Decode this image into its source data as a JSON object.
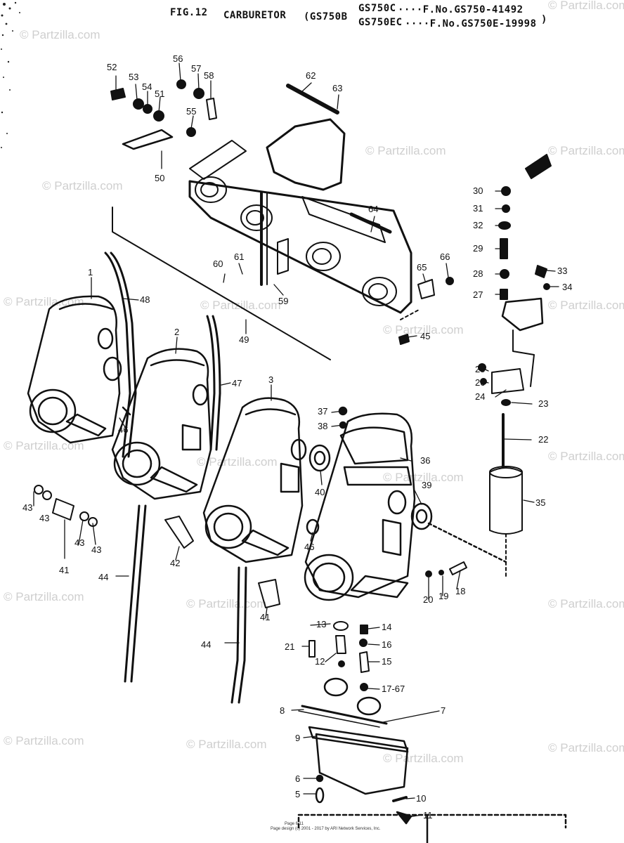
{
  "header": {
    "fig": "FIG.12",
    "name": "CARBURETOR",
    "models": "(GS750B",
    "model_c": "GS750C",
    "frame_c": "····F.No.GS750-41492",
    "model_ec": "GS750EC",
    "frame_ec": "····F.No.GS750E-19998",
    "close": ")"
  },
  "watermark": "© Partzilla.com",
  "footer": {
    "line1": "Page 6/11",
    "line2": "Page design (c) 2001 - 2017 by ARI Network Services, Inc."
  },
  "callouts": [
    "1",
    "2",
    "3",
    "5",
    "6",
    "7",
    "8",
    "9",
    "10",
    "11",
    "12",
    "13",
    "14",
    "15",
    "16",
    "17-67",
    "18",
    "19",
    "20",
    "21",
    "22",
    "23",
    "24",
    "25",
    "26",
    "27",
    "28",
    "29",
    "30",
    "31",
    "32",
    "33",
    "34",
    "35",
    "36",
    "37",
    "38",
    "39",
    "40",
    "41",
    "42",
    "43",
    "44",
    "45",
    "46",
    "47",
    "48",
    "49",
    "50",
    "51",
    "52",
    "53",
    "54",
    "55",
    "56",
    "57",
    "58",
    "59",
    "60",
    "61",
    "62",
    "63",
    "64",
    "65",
    "66"
  ],
  "colors": {
    "ink": "#111111",
    "watermark": "#cfcfcf",
    "paper": "#ffffff"
  }
}
